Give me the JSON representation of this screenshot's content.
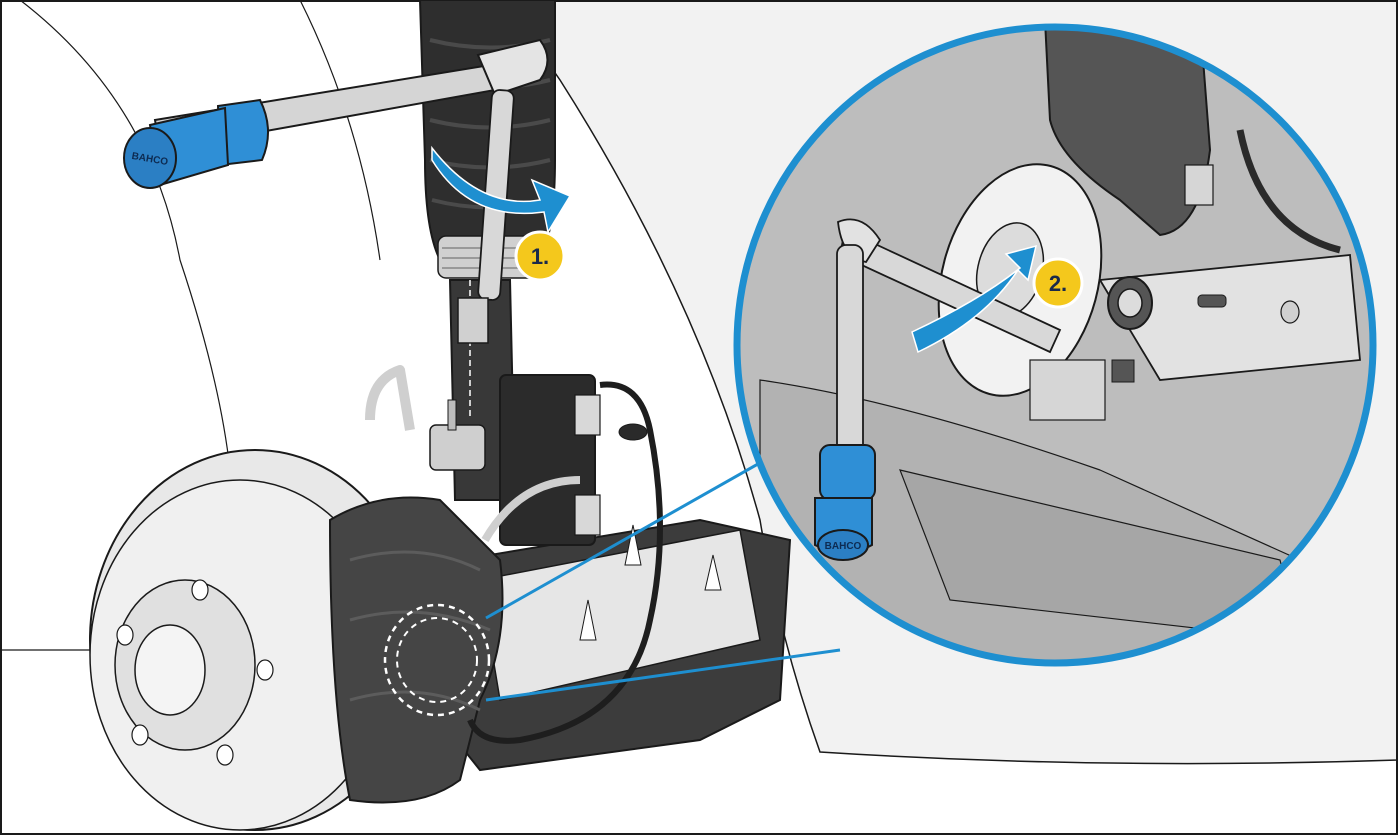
{
  "steps": [
    {
      "label": "1.",
      "color": "#f4c81c"
    },
    {
      "label": "2.",
      "color": "#f4c81c"
    }
  ],
  "tool": {
    "brand": "BAHCO",
    "handle_color": "#2f8fd6"
  },
  "colors": {
    "accent_blue": "#1e8fd0",
    "dark_component": "#3a3a3a",
    "background_panel": "#d9d9d9",
    "outline": "#1a1a1a"
  },
  "icons": {
    "rotation_arrow_1": "curved-arrow-clockwise-icon",
    "rotation_arrow_2": "curved-arrow-clockwise-icon"
  }
}
